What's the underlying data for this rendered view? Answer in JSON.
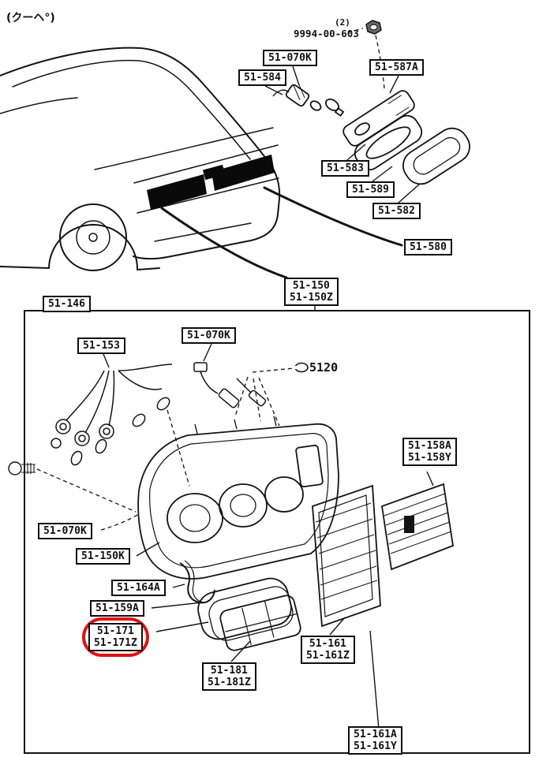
{
  "note": {
    "body_style": "(クーヘ°)"
  },
  "fastener": {
    "qty": "(2)",
    "part_no": "9994-00-603"
  },
  "clip": {
    "part_no": "5120"
  },
  "parts": {
    "p070k_top": {
      "line1": "51-070K"
    },
    "p584": {
      "line1": "51-584"
    },
    "p587a": {
      "line1": "51-587A"
    },
    "p583": {
      "line1": "51-583"
    },
    "p589": {
      "line1": "51-589"
    },
    "p582": {
      "line1": "51-582"
    },
    "p580": {
      "line1": "51-580"
    },
    "p150": {
      "line1": "51-150",
      "line2": "51-150Z"
    },
    "p146": {
      "line1": "51-146"
    },
    "p153": {
      "line1": "51-153"
    },
    "p070k_mid": {
      "line1": "51-070K"
    },
    "p158a": {
      "line1": "51-158A",
      "line2": "51-158Y"
    },
    "p070k_bot": {
      "line1": "51-070K"
    },
    "p150k": {
      "line1": "51-150K"
    },
    "p164a": {
      "line1": "51-164A"
    },
    "p159a": {
      "line1": "51-159A"
    },
    "p171": {
      "line1": "51-171",
      "line2": "51-171Z",
      "highlighted": true
    },
    "p181": {
      "line1": "51-181",
      "line2": "51-181Z"
    },
    "p161": {
      "line1": "51-161",
      "line2": "51-161Z"
    },
    "p161a": {
      "line1": "51-161A",
      "line2": "51-161Y"
    }
  },
  "colors": {
    "highlight": "#e01212",
    "ink": "#111111",
    "paper": "#ffffff"
  }
}
